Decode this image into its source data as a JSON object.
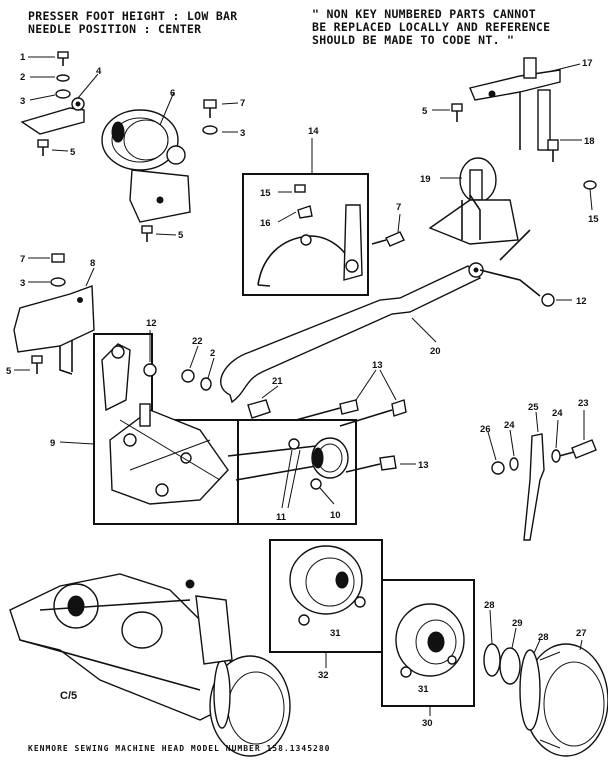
{
  "header": {
    "left_line1": "Presser foot height : low bar",
    "left_line2": "Needle position : center",
    "right_line1": "\" Non key numbered parts cannot",
    "right_line2": "be replaced locally and reference",
    "right_line3": "should be made to code NT. \""
  },
  "footer": "KENMORE SEWING MACHINE HEAD MODEL NUMBER 158.1345280",
  "corner_label": "C/5",
  "callouts": {
    "n1": "1",
    "n2": "2",
    "n3": "3",
    "n4": "4",
    "n5": "5",
    "n6": "6",
    "n7": "7",
    "n8": "8",
    "n9": "9",
    "n10": "10",
    "n11": "11",
    "n12": "12",
    "n13": "13",
    "n14": "14",
    "n15": "15",
    "n16": "16",
    "n17": "17",
    "n18": "18",
    "n19": "19",
    "n20": "20",
    "n21": "21",
    "n22": "22",
    "n23": "23",
    "n24": "24",
    "n25": "25",
    "n26": "26",
    "n27": "27",
    "n28": "28",
    "n29": "29",
    "n30": "30",
    "n31": "31",
    "n32": "32"
  }
}
